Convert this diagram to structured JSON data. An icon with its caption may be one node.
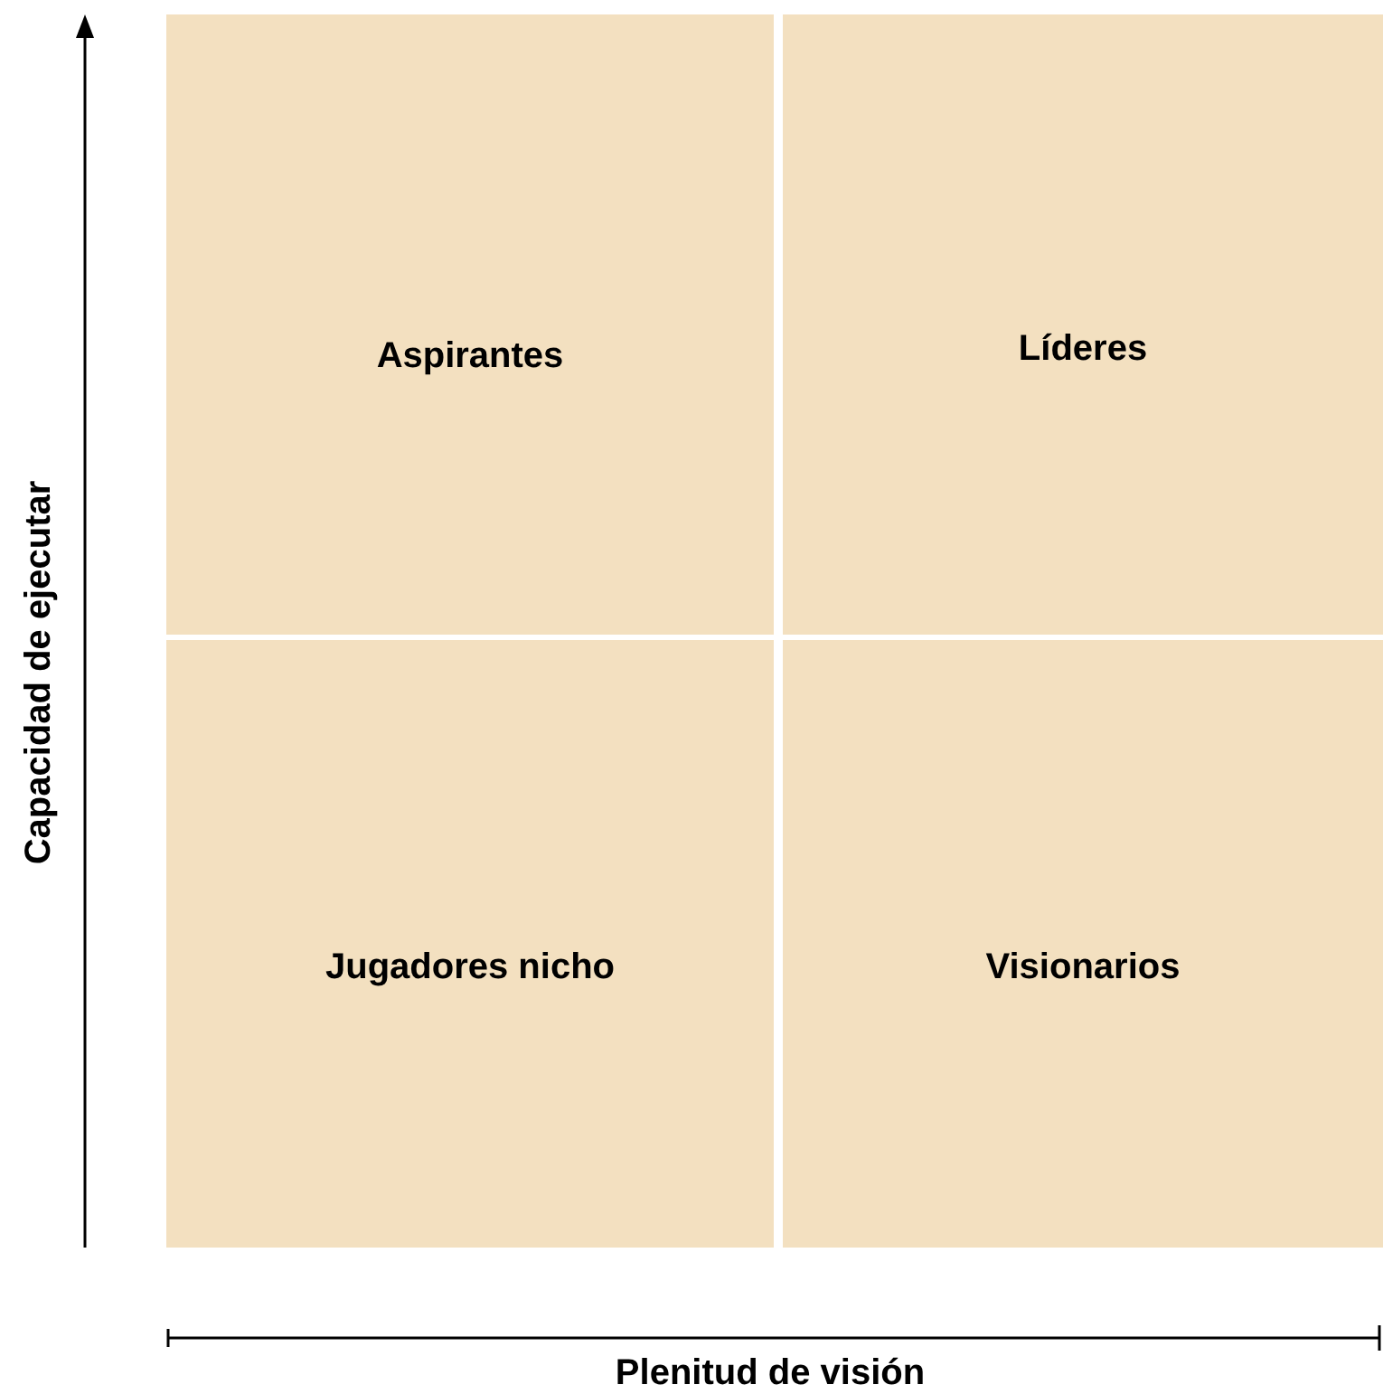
{
  "diagram": {
    "nodes": [
      {
        "text": [
          "Aspirantes"
        ]
      },
      {
        "text": [
          "Líderes"
        ]
      },
      {
        "text": [
          "Jugadores nicho"
        ]
      },
      {
        "text": [
          "Visionarios"
        ]
      }
    ],
    "labels": [
      "Capacidad de ejecutar",
      "Plenitud de visión"
    ]
  }
}
